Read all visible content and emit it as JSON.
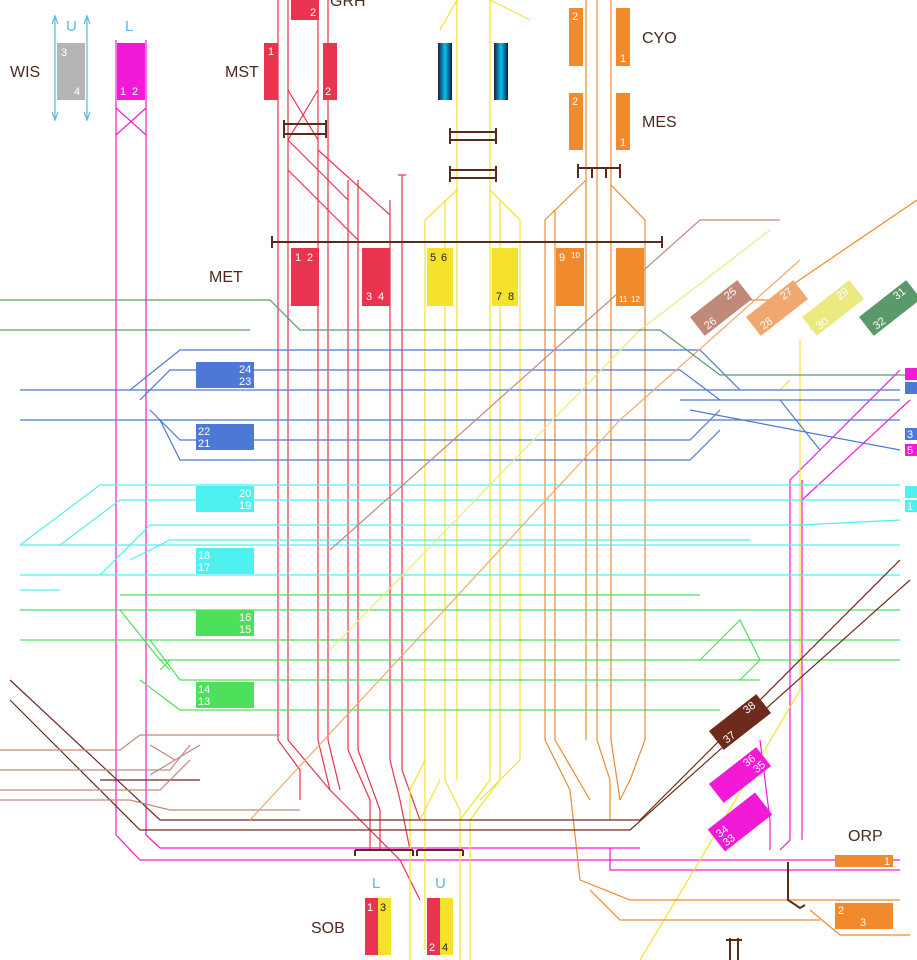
{
  "stations": {
    "wis": "WIS",
    "mst": "MST",
    "met": "MET",
    "cyo": "CYO",
    "mes": "MES",
    "orp": "ORP",
    "sob": "SOB",
    "grh": "GRH"
  },
  "level_labels": {
    "wis_u": "U",
    "wis_l": "L",
    "sob_l": "L",
    "sob_u": "U"
  },
  "platforms": {
    "wis_3": "3",
    "wis_4": "4",
    "wis_1": "1",
    "wis_2": "2",
    "grh_2": "2",
    "mst_1": "1",
    "mst_2": "2",
    "cyo_2": "2",
    "cyo_1": "1",
    "mes_2": "2",
    "mes_1": "1",
    "met_1": "1",
    "met_2": "2",
    "met_3": "3",
    "met_4": "4",
    "met_5": "5",
    "met_6": "6",
    "met_7": "7",
    "met_8": "8",
    "met_9": "9",
    "met_10": "10",
    "met_11": "11",
    "met_12": "12",
    "met_13": "13",
    "met_14": "14",
    "met_15": "15",
    "met_16": "16",
    "met_17": "17",
    "met_18": "18",
    "met_19": "19",
    "met_20": "20",
    "met_21": "21",
    "met_22": "22",
    "met_23": "23",
    "met_24": "24",
    "met_25": "25",
    "met_26": "26",
    "met_27": "27",
    "met_28": "28",
    "met_29": "29",
    "met_30": "30",
    "met_31": "31",
    "met_32": "32",
    "met_33": "33",
    "met_34": "34",
    "met_35": "35",
    "met_36": "36",
    "met_37": "37",
    "met_38": "38",
    "edge_3": "3",
    "edge_5": "5",
    "edge_1": "1",
    "orp_1": "1",
    "orp_2": "2",
    "orp_3": "3",
    "sob_1": "1",
    "sob_3": "3",
    "sob_2": "2",
    "sob_4": "4"
  },
  "colors": {
    "red": "#e8344e",
    "magenta": "#f21ad6",
    "yellow": "#f5e22a",
    "orange": "#f08a2c",
    "blue": "#4d78d6",
    "cyan": "#4ef0f0",
    "green": "#4de05a",
    "grey": "#b5b5b5",
    "brown": "#6e2a1c",
    "rose_brown": "#c08a7a",
    "salmon": "#f0a870",
    "pale_yellow": "#eaea80",
    "dark_green": "#5a9a6a",
    "text": "#4a2a1e",
    "level": "#5bb8e0"
  }
}
